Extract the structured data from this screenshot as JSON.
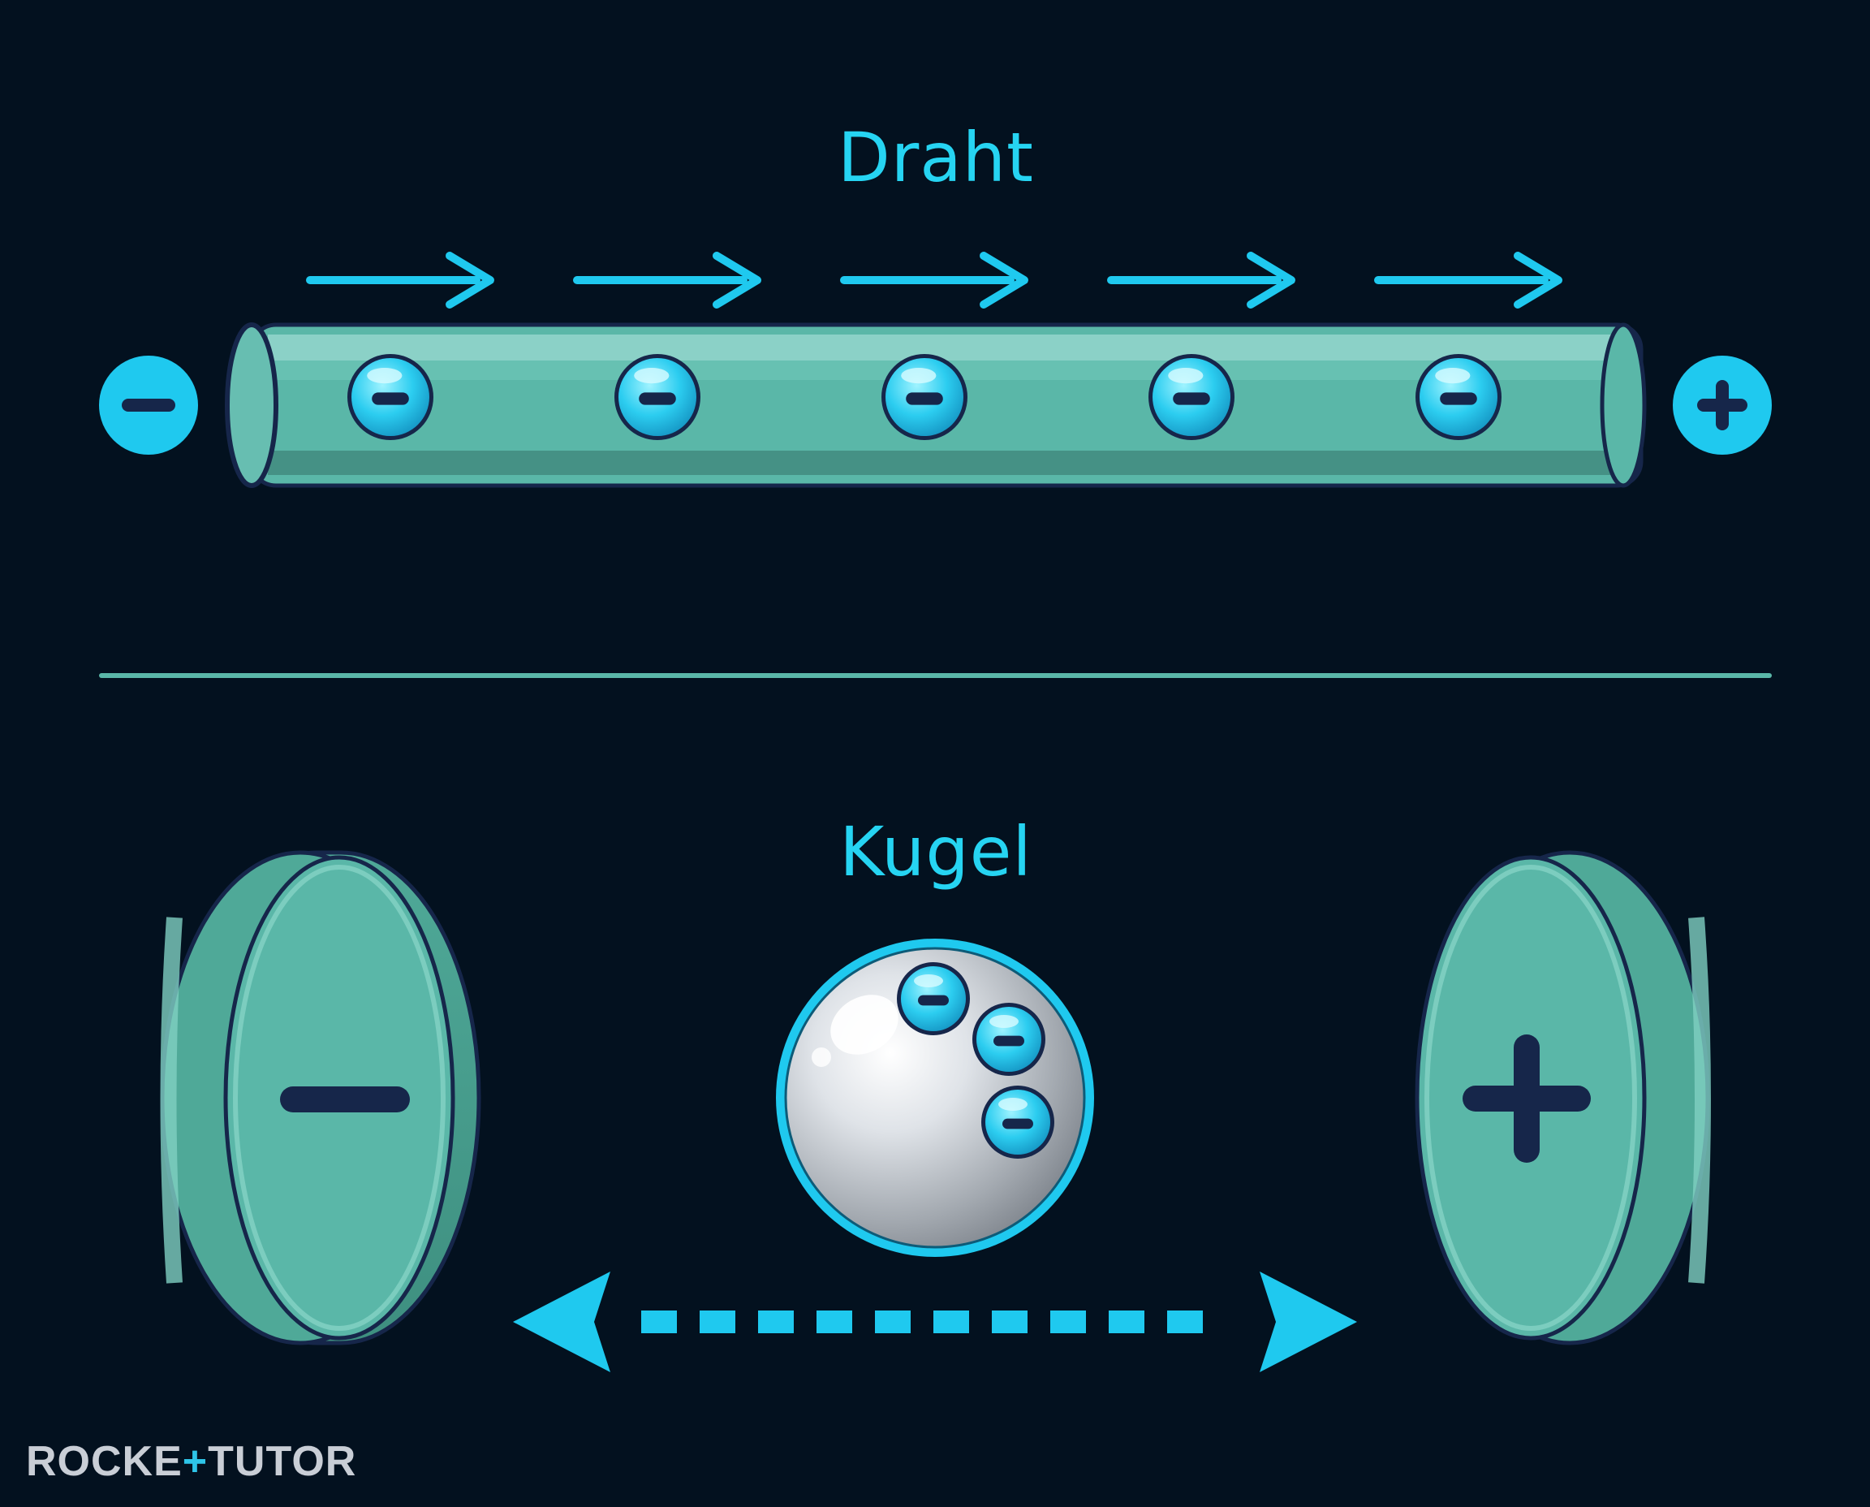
{
  "wire": {
    "title": "Draht",
    "electron_count": 5,
    "arrow_count": 5,
    "left_terminal_symbol": "−",
    "right_terminal_symbol": "+"
  },
  "sphere": {
    "title": "Kugel",
    "electron_count": 3,
    "left_plate_symbol": "−",
    "right_plate_symbol": "+"
  },
  "logo": {
    "part1": "ROCKE",
    "plus": "+",
    "part2": "TUTOR"
  },
  "colors": {
    "background": "#03111f",
    "accent_cyan": "#26d4f2",
    "teal": "#5ab7a8",
    "dark_navy": "#16264a",
    "divider": "#5ab7a8"
  },
  "icons": [
    "minus-terminal-icon",
    "plus-terminal-icon",
    "electron-icon",
    "arrow-right-icon",
    "double-arrow-icon"
  ]
}
